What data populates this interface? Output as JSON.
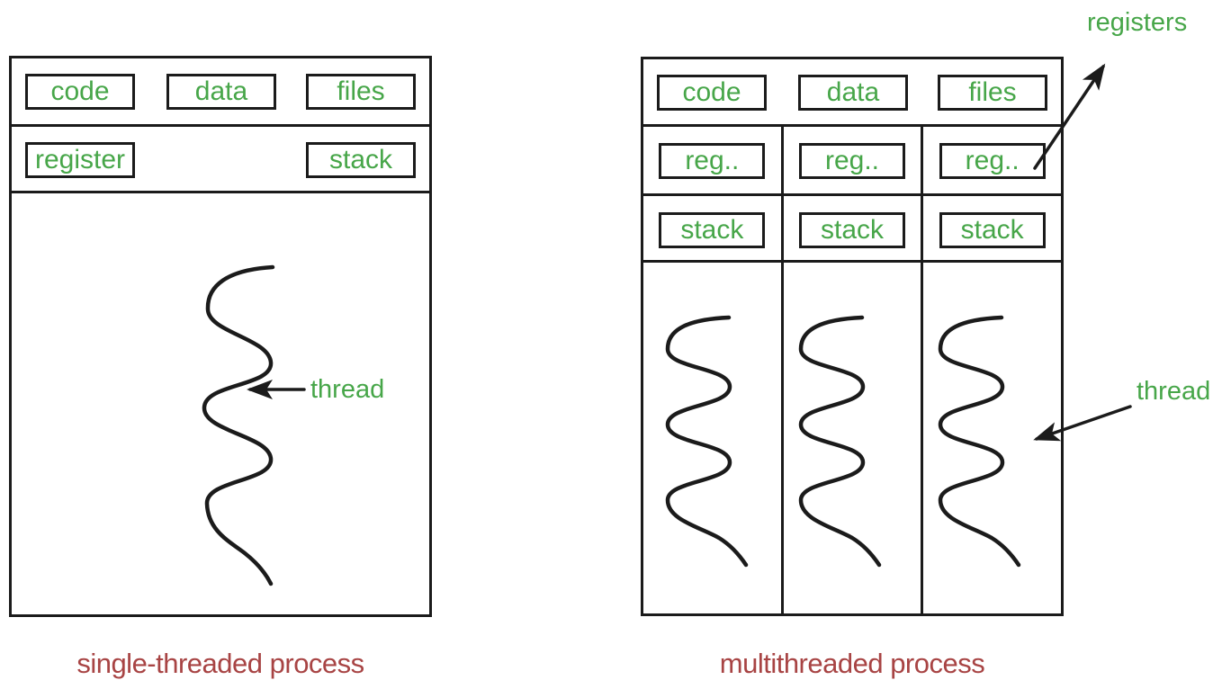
{
  "colors": {
    "label_green": "#47a649",
    "caption_red": "#a84444",
    "line_black": "#1b1b1b"
  },
  "left_diagram": {
    "caption": "single-threaded process",
    "cells": [
      "code",
      "data",
      "files"
    ],
    "register_label": "register",
    "stack_label": "stack",
    "thread_label": "thread"
  },
  "right_diagram": {
    "caption": "multithreaded process",
    "cells": [
      "code",
      "data",
      "files"
    ],
    "reg_label": "reg..",
    "stack_label": "stack",
    "registers_label": "registers",
    "thread_label": "thread"
  }
}
